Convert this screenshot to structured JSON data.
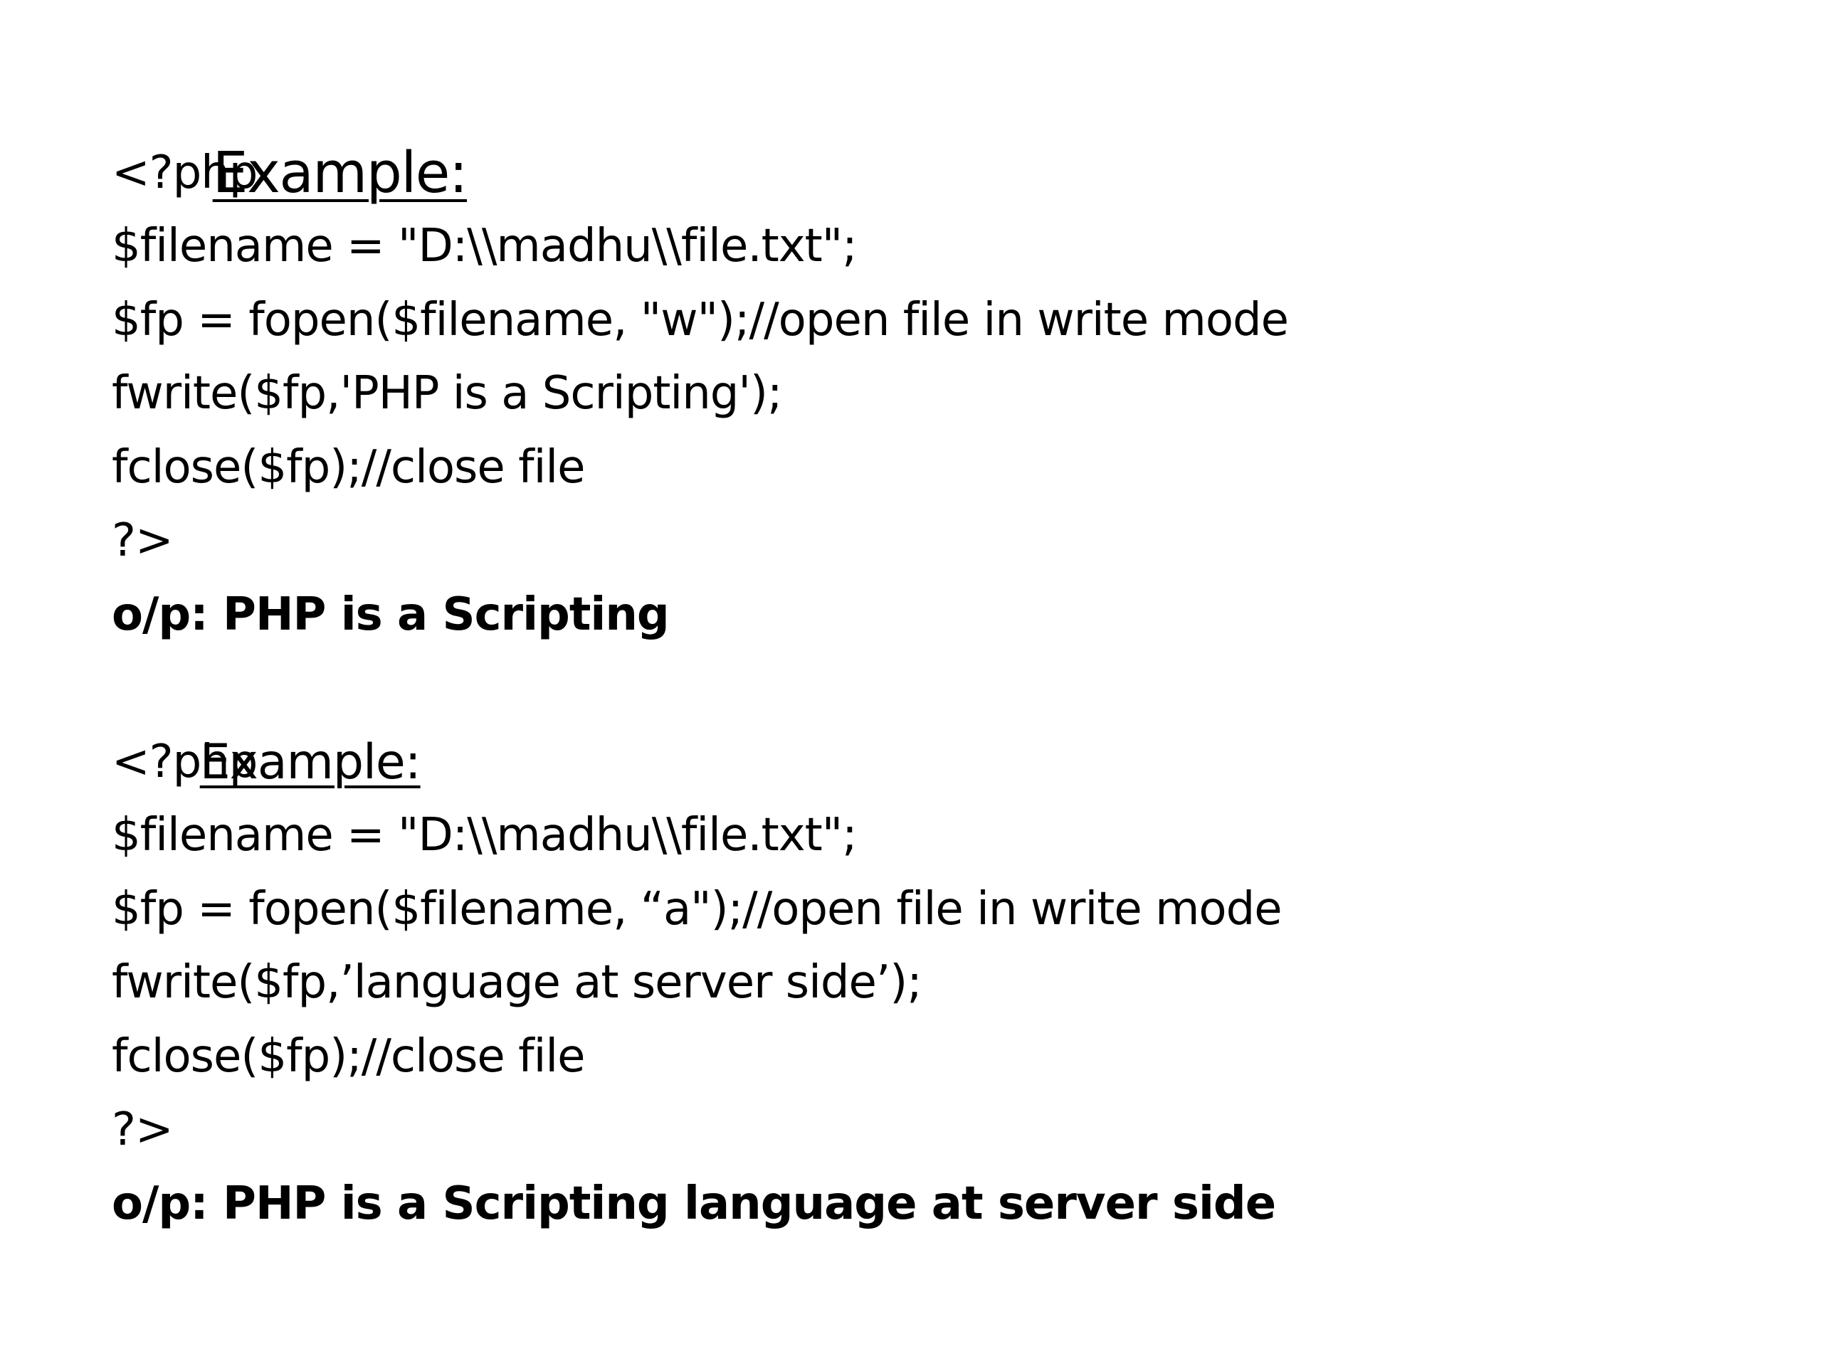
{
  "slide": {
    "example1": {
      "heading": "Example:",
      "code": [
        "<?php",
        "$filename = \"D:\\\\madhu\\\\file.txt\";",
        "$fp = fopen($filename, \"w\");//open file in write mode",
        "fwrite($fp,'PHP is a Scripting');",
        "fclose($fp);//close file",
        "?>"
      ],
      "output": "o/p: PHP is a Scripting"
    },
    "example2": {
      "heading": "Example:",
      "code": [
        "<?php",
        "$filename = \"D:\\\\madhu\\\\file.txt\";",
        "$fp = fopen($filename, “a\");//open file in write mode",
        "fwrite($fp,’language at server side’);",
        "fclose($fp);//close file",
        "?>"
      ],
      "output": "o/p: PHP is a Scripting language at server side"
    }
  }
}
